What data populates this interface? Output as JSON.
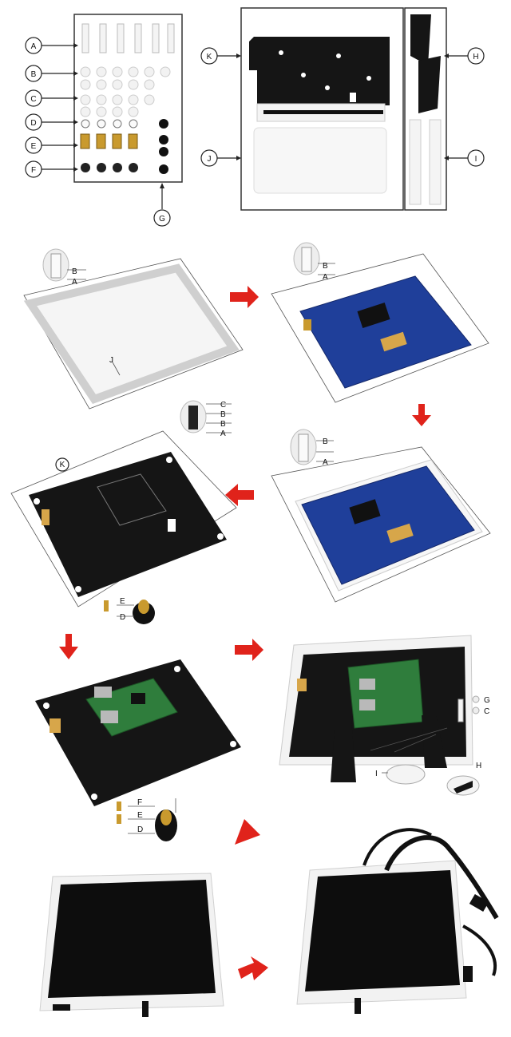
{
  "parts_panel": {
    "callouts_left": [
      "A",
      "B",
      "C",
      "D",
      "E",
      "F"
    ],
    "callout_bottom": "G"
  },
  "plates_panel": {
    "callout_top_plate": "K",
    "callout_bottom_plate": "J",
    "callout_stand_top": "H",
    "callout_stand_bottom": "I"
  },
  "steps": {
    "step1": {
      "labels": [
        "B",
        "A"
      ],
      "frame_label": "J"
    },
    "step2": {
      "labels": [
        "B",
        "A"
      ]
    },
    "step3": {
      "labels": [
        "B",
        "A"
      ]
    },
    "step4": {
      "labels": [
        "C",
        "B",
        "B",
        "A"
      ],
      "plate_label": "K",
      "bottom_labels": [
        "E",
        "D"
      ]
    },
    "step5": {
      "bottom_labels": [
        "F",
        "E",
        "D"
      ]
    },
    "step6": {
      "labels": [
        "G",
        "C"
      ],
      "stand_labels": [
        "I",
        "H"
      ]
    }
  },
  "colors": {
    "arrow": "#e0231b",
    "pcb_blue": "#1f3f9a",
    "plate_black": "#151515",
    "screen": "#0d0d0d",
    "acrylic": "#f2f2f2"
  }
}
